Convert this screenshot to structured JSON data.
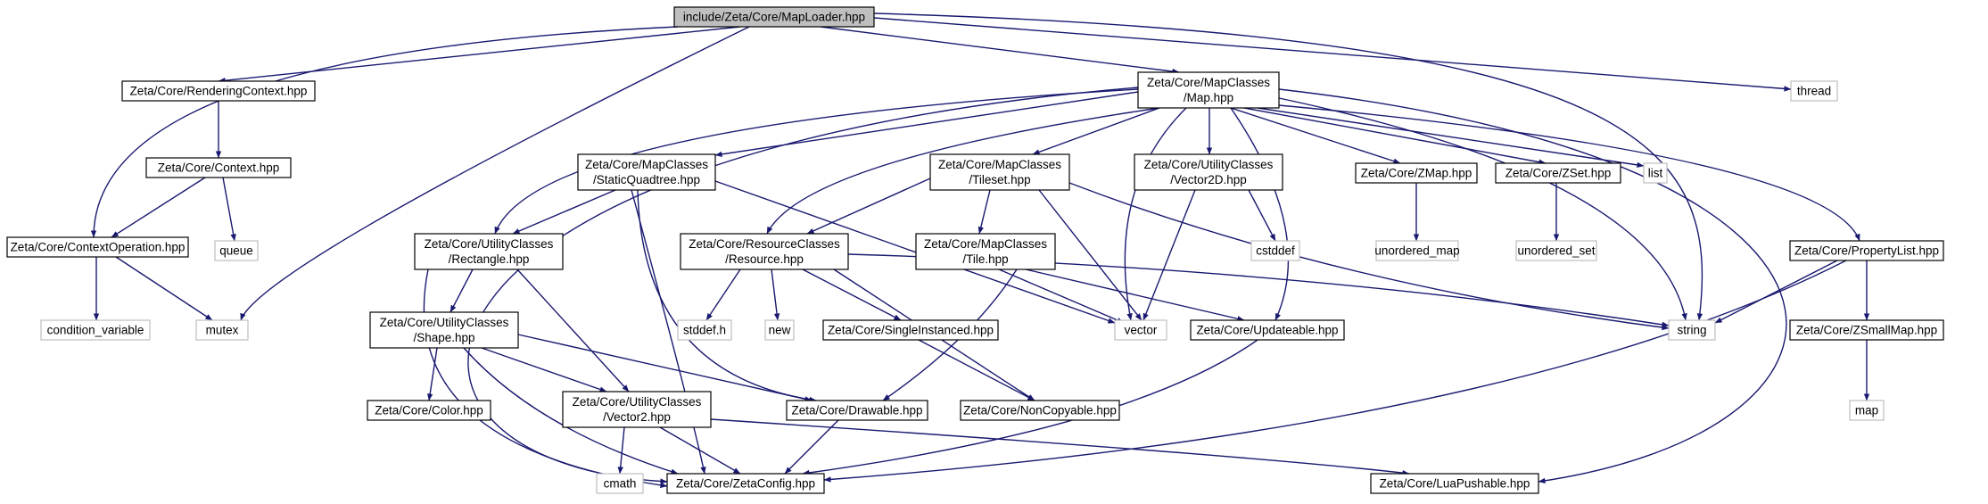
{
  "graph": {
    "colors": {
      "edge": "#191970",
      "node_border": "#000000",
      "external_border": "#bfbfbf",
      "root_fill": "#bfbfbf",
      "node_fill": "#ffffff",
      "text": "#000000"
    },
    "nodes": [
      {
        "id": "root",
        "lines": [
          "include/Zeta/Core/MapLoader.hpp"
        ],
        "kind": "root"
      },
      {
        "id": "rendering_context",
        "lines": [
          "Zeta/Core/RenderingContext.hpp"
        ],
        "kind": "header"
      },
      {
        "id": "map",
        "lines": [
          "Zeta/Core/MapClasses",
          "/Map.hpp"
        ],
        "kind": "header"
      },
      {
        "id": "thread",
        "lines": [
          "thread"
        ],
        "kind": "external"
      },
      {
        "id": "context",
        "lines": [
          "Zeta/Core/Context.hpp"
        ],
        "kind": "header"
      },
      {
        "id": "static_quadtree",
        "lines": [
          "Zeta/Core/MapClasses",
          "/StaticQuadtree.hpp"
        ],
        "kind": "header"
      },
      {
        "id": "tileset",
        "lines": [
          "Zeta/Core/MapClasses",
          "/Tileset.hpp"
        ],
        "kind": "header"
      },
      {
        "id": "vector2d",
        "lines": [
          "Zeta/Core/UtilityClasses",
          "/Vector2D.hpp"
        ],
        "kind": "header"
      },
      {
        "id": "zmap",
        "lines": [
          "Zeta/Core/ZMap.hpp"
        ],
        "kind": "header"
      },
      {
        "id": "zset",
        "lines": [
          "Zeta/Core/ZSet.hpp"
        ],
        "kind": "header"
      },
      {
        "id": "list",
        "lines": [
          "list"
        ],
        "kind": "external"
      },
      {
        "id": "queue",
        "lines": [
          "queue"
        ],
        "kind": "external"
      },
      {
        "id": "context_operation",
        "lines": [
          "Zeta/Core/ContextOperation.hpp"
        ],
        "kind": "header"
      },
      {
        "id": "rectangle",
        "lines": [
          "Zeta/Core/UtilityClasses",
          "/Rectangle.hpp"
        ],
        "kind": "header"
      },
      {
        "id": "resource",
        "lines": [
          "Zeta/Core/ResourceClasses",
          "/Resource.hpp"
        ],
        "kind": "header"
      },
      {
        "id": "tile",
        "lines": [
          "Zeta/Core/MapClasses",
          "/Tile.hpp"
        ],
        "kind": "header"
      },
      {
        "id": "cstddef",
        "lines": [
          "cstddef"
        ],
        "kind": "external"
      },
      {
        "id": "unordered_map",
        "lines": [
          "unordered_map"
        ],
        "kind": "external"
      },
      {
        "id": "unordered_set",
        "lines": [
          "unordered_set"
        ],
        "kind": "external"
      },
      {
        "id": "property_list",
        "lines": [
          "Zeta/Core/PropertyList.hpp"
        ],
        "kind": "header"
      },
      {
        "id": "condition_variable",
        "lines": [
          "condition_variable"
        ],
        "kind": "external"
      },
      {
        "id": "mutex",
        "lines": [
          "mutex"
        ],
        "kind": "external"
      },
      {
        "id": "stddef_h",
        "lines": [
          "stddef.h"
        ],
        "kind": "external"
      },
      {
        "id": "new",
        "lines": [
          "new"
        ],
        "kind": "external"
      },
      {
        "id": "single_instanced",
        "lines": [
          "Zeta/Core/SingleInstanced.hpp"
        ],
        "kind": "header"
      },
      {
        "id": "vector",
        "lines": [
          "vector"
        ],
        "kind": "external"
      },
      {
        "id": "updateable",
        "lines": [
          "Zeta/Core/Updateable.hpp"
        ],
        "kind": "header"
      },
      {
        "id": "string",
        "lines": [
          "string"
        ],
        "kind": "external"
      },
      {
        "id": "zsmallmap",
        "lines": [
          "Zeta/Core/ZSmallMap.hpp"
        ],
        "kind": "header"
      },
      {
        "id": "shape",
        "lines": [
          "Zeta/Core/UtilityClasses",
          "/Shape.hpp"
        ],
        "kind": "header"
      },
      {
        "id": "color",
        "lines": [
          "Zeta/Core/Color.hpp"
        ],
        "kind": "header"
      },
      {
        "id": "vector2",
        "lines": [
          "Zeta/Core/UtilityClasses",
          "/Vector2.hpp"
        ],
        "kind": "header"
      },
      {
        "id": "drawable",
        "lines": [
          "Zeta/Core/Drawable.hpp"
        ],
        "kind": "header"
      },
      {
        "id": "noncopyable",
        "lines": [
          "Zeta/Core/NonCopyable.hpp"
        ],
        "kind": "header"
      },
      {
        "id": "map_std",
        "lines": [
          "map"
        ],
        "kind": "external"
      },
      {
        "id": "cmath",
        "lines": [
          "cmath"
        ],
        "kind": "external"
      },
      {
        "id": "zetaconfig",
        "lines": [
          "Zeta/Core/ZetaConfig.hpp"
        ],
        "kind": "header"
      },
      {
        "id": "luapushable",
        "lines": [
          "Zeta/Core/LuaPushable.hpp"
        ],
        "kind": "header"
      }
    ],
    "edges": [
      {
        "from": "root",
        "to": "rendering_context"
      },
      {
        "from": "root",
        "to": "map"
      },
      {
        "from": "root",
        "to": "thread"
      },
      {
        "from": "root",
        "to": "context_operation"
      },
      {
        "from": "root",
        "to": "mutex"
      },
      {
        "from": "root",
        "to": "string"
      },
      {
        "from": "rendering_context",
        "to": "context"
      },
      {
        "from": "context",
        "to": "context_operation"
      },
      {
        "from": "context",
        "to": "queue"
      },
      {
        "from": "context_operation",
        "to": "condition_variable"
      },
      {
        "from": "context_operation",
        "to": "mutex"
      },
      {
        "from": "map",
        "to": "static_quadtree"
      },
      {
        "from": "map",
        "to": "tileset"
      },
      {
        "from": "map",
        "to": "vector2d"
      },
      {
        "from": "map",
        "to": "zmap"
      },
      {
        "from": "map",
        "to": "zset"
      },
      {
        "from": "map",
        "to": "list"
      },
      {
        "from": "map",
        "to": "property_list"
      },
      {
        "from": "map",
        "to": "string"
      },
      {
        "from": "map",
        "to": "vector"
      },
      {
        "from": "map",
        "to": "updateable"
      },
      {
        "from": "map",
        "to": "rectangle"
      },
      {
        "from": "map",
        "to": "resource"
      },
      {
        "from": "map",
        "to": "zetaconfig"
      },
      {
        "from": "map",
        "to": "luapushable"
      },
      {
        "from": "static_quadtree",
        "to": "rectangle"
      },
      {
        "from": "static_quadtree",
        "to": "vector"
      },
      {
        "from": "static_quadtree",
        "to": "drawable"
      },
      {
        "from": "static_quadtree",
        "to": "zetaconfig"
      },
      {
        "from": "tileset",
        "to": "resource"
      },
      {
        "from": "tileset",
        "to": "tile"
      },
      {
        "from": "tileset",
        "to": "vector"
      },
      {
        "from": "tileset",
        "to": "string"
      },
      {
        "from": "vector2d",
        "to": "cstddef"
      },
      {
        "from": "vector2d",
        "to": "vector"
      },
      {
        "from": "zmap",
        "to": "unordered_map"
      },
      {
        "from": "zset",
        "to": "unordered_set"
      },
      {
        "from": "rectangle",
        "to": "shape"
      },
      {
        "from": "rectangle",
        "to": "vector2"
      },
      {
        "from": "rectangle",
        "to": "zetaconfig"
      },
      {
        "from": "resource",
        "to": "stddef_h"
      },
      {
        "from": "resource",
        "to": "new"
      },
      {
        "from": "resource",
        "to": "single_instanced"
      },
      {
        "from": "resource",
        "to": "noncopyable"
      },
      {
        "from": "resource",
        "to": "string"
      },
      {
        "from": "tile",
        "to": "vector"
      },
      {
        "from": "tile",
        "to": "updateable"
      },
      {
        "from": "tile",
        "to": "drawable"
      },
      {
        "from": "property_list",
        "to": "string"
      },
      {
        "from": "property_list",
        "to": "zsmallmap"
      },
      {
        "from": "property_list",
        "to": "zetaconfig"
      },
      {
        "from": "zsmallmap",
        "to": "map_std"
      },
      {
        "from": "single_instanced",
        "to": "noncopyable"
      },
      {
        "from": "updateable",
        "to": "zetaconfig"
      },
      {
        "from": "shape",
        "to": "color"
      },
      {
        "from": "shape",
        "to": "vector2"
      },
      {
        "from": "shape",
        "to": "drawable"
      },
      {
        "from": "shape",
        "to": "zetaconfig"
      },
      {
        "from": "vector2",
        "to": "cmath"
      },
      {
        "from": "vector2",
        "to": "zetaconfig"
      },
      {
        "from": "vector2",
        "to": "luapushable"
      },
      {
        "from": "drawable",
        "to": "zetaconfig"
      }
    ]
  }
}
